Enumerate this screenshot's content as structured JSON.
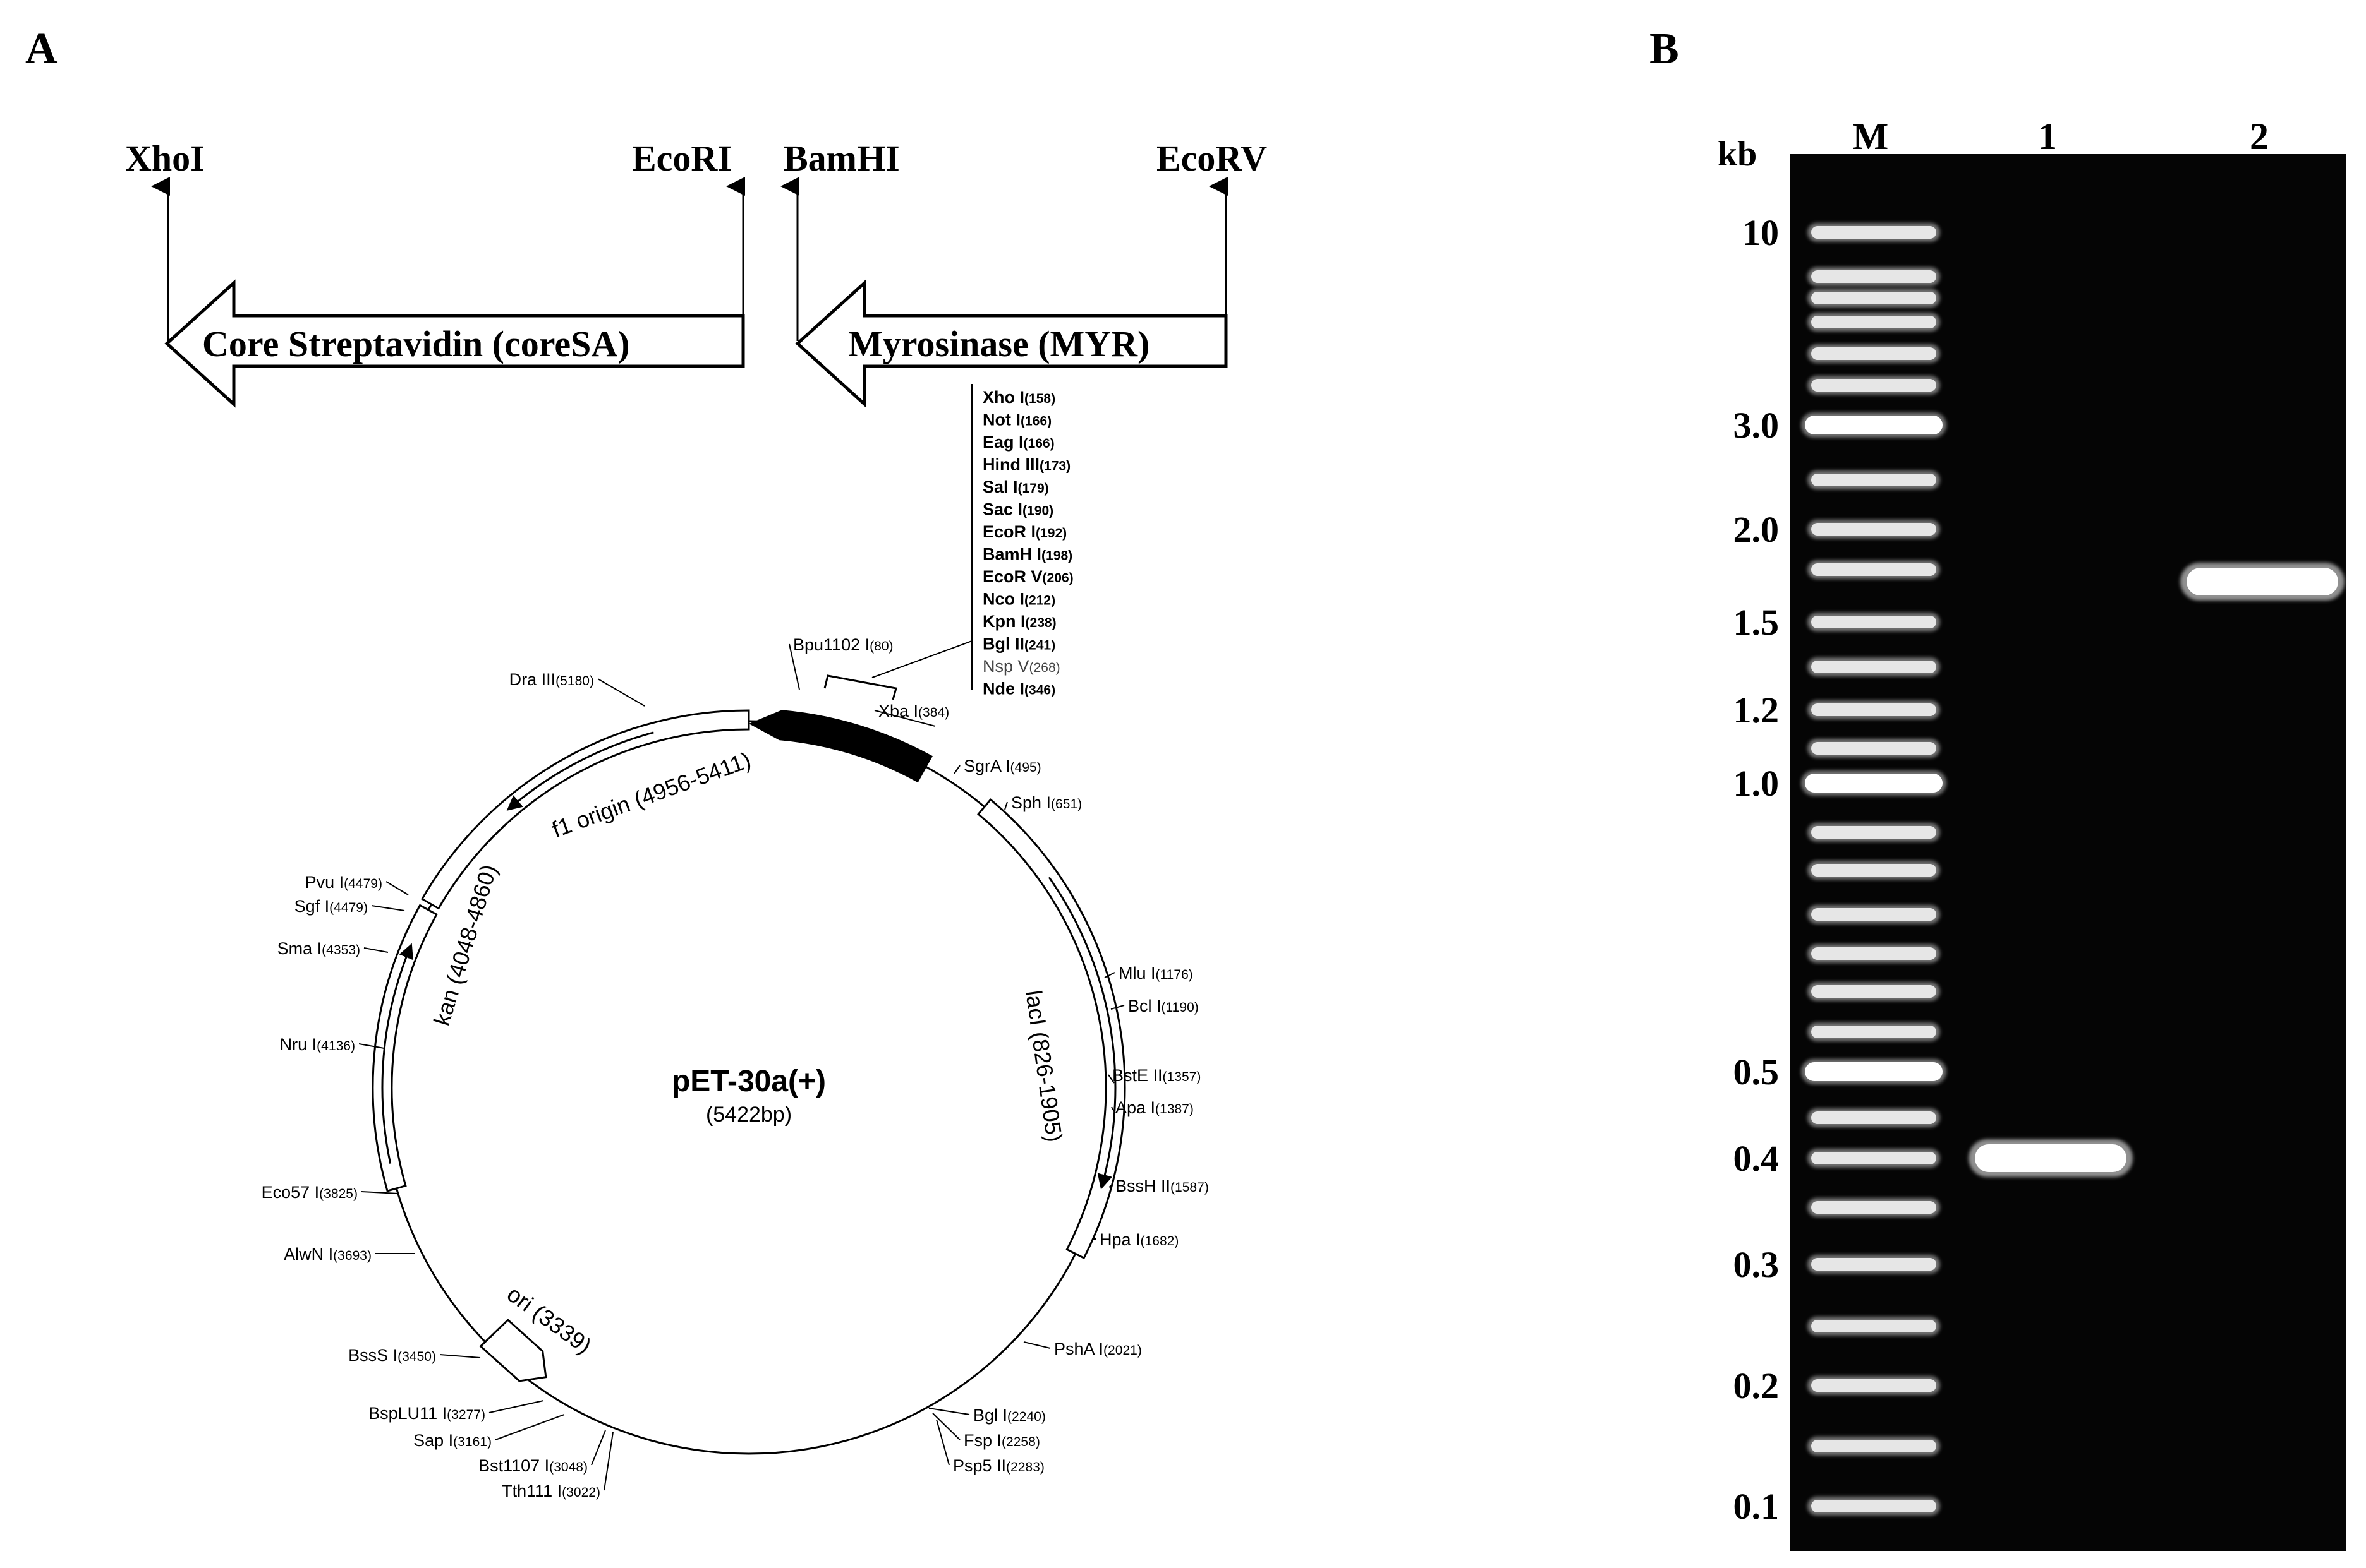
{
  "panels": {
    "a": "A",
    "b": "B"
  },
  "construct": {
    "sites": [
      "XhoI",
      "EcoRI",
      "BamHI",
      "EcoRV"
    ],
    "genes": [
      "Core Streptavidin (coreSA)",
      "Myrosinase (MYR)"
    ]
  },
  "mcs_sites": [
    {
      "name": "Xho I",
      "pos": "(158)",
      "bold": true
    },
    {
      "name": "Not I",
      "pos": "(166)",
      "bold": true
    },
    {
      "name": "Eag I",
      "pos": "(166)",
      "bold": true
    },
    {
      "name": "Hind III",
      "pos": "(173)",
      "bold": true
    },
    {
      "name": "Sal I",
      "pos": "(179)",
      "bold": true
    },
    {
      "name": "Sac I",
      "pos": "(190)",
      "bold": true
    },
    {
      "name": "EcoR I",
      "pos": "(192)",
      "bold": true
    },
    {
      "name": "BamH I",
      "pos": "(198)",
      "bold": true
    },
    {
      "name": "EcoR V",
      "pos": "(206)",
      "bold": true
    },
    {
      "name": "Nco I",
      "pos": "(212)",
      "bold": true
    },
    {
      "name": "Kpn I",
      "pos": "(238)",
      "bold": true
    },
    {
      "name": "Bgl II",
      "pos": "(241)",
      "bold": true
    },
    {
      "name": "Nsp V",
      "pos": "(268)",
      "bold": false
    },
    {
      "name": "Nde I",
      "pos": "(346)",
      "bold": true
    }
  ],
  "plasmid": {
    "name": "pET-30a(+)",
    "size": "(5422bp)",
    "features": [
      "f1 origin (4956-5411)",
      "kan (4048-4860)",
      "lacI (826-1905)",
      "ori (3339)"
    ],
    "sites": [
      {
        "name": "Bpu1102 I",
        "pos": "(80)"
      },
      {
        "name": "Xba I",
        "pos": "(384)"
      },
      {
        "name": "SgrA I",
        "pos": "(495)"
      },
      {
        "name": "Sph I",
        "pos": "(651)"
      },
      {
        "name": "Mlu I",
        "pos": "(1176)"
      },
      {
        "name": "Bcl I",
        "pos": "(1190)"
      },
      {
        "name": "BstE II",
        "pos": "(1357)"
      },
      {
        "name": "Apa I",
        "pos": "(1387)"
      },
      {
        "name": "BssH II",
        "pos": "(1587)"
      },
      {
        "name": "Hpa I",
        "pos": "(1682)"
      },
      {
        "name": "PshA I",
        "pos": "(2021)"
      },
      {
        "name": "Bgl I",
        "pos": "(2240)"
      },
      {
        "name": "Fsp I",
        "pos": "(2258)"
      },
      {
        "name": "Psp5 II",
        "pos": "(2283)"
      },
      {
        "name": "Tth111 I",
        "pos": "(3022)"
      },
      {
        "name": "Bst1107 I",
        "pos": "(3048)"
      },
      {
        "name": "Sap I",
        "pos": "(3161)"
      },
      {
        "name": "BspLU11 I",
        "pos": "(3277)"
      },
      {
        "name": "BssS I",
        "pos": "(3450)"
      },
      {
        "name": "AlwN I",
        "pos": "(3693)"
      },
      {
        "name": "Eco57 I",
        "pos": "(3825)"
      },
      {
        "name": "Nru I",
        "pos": "(4136)"
      },
      {
        "name": "Sma I",
        "pos": "(4353)"
      },
      {
        "name": "Sgf I",
        "pos": "(4479)"
      },
      {
        "name": "Pvu I",
        "pos": "(4479)"
      },
      {
        "name": "Dra III",
        "pos": "(5180)"
      }
    ]
  },
  "gel": {
    "unit": "kb",
    "lanes": [
      "M",
      "1",
      "2"
    ],
    "marker_labels": [
      "10",
      "3.0",
      "2.0",
      "1.5",
      "1.2",
      "1.0",
      "0.5",
      "0.4",
      "0.3",
      "0.2",
      "0.1"
    ],
    "sample_bands": [
      {
        "lane": "1",
        "size_kb": 0.4
      },
      {
        "lane": "2",
        "size_kb": 1.7
      }
    ]
  }
}
